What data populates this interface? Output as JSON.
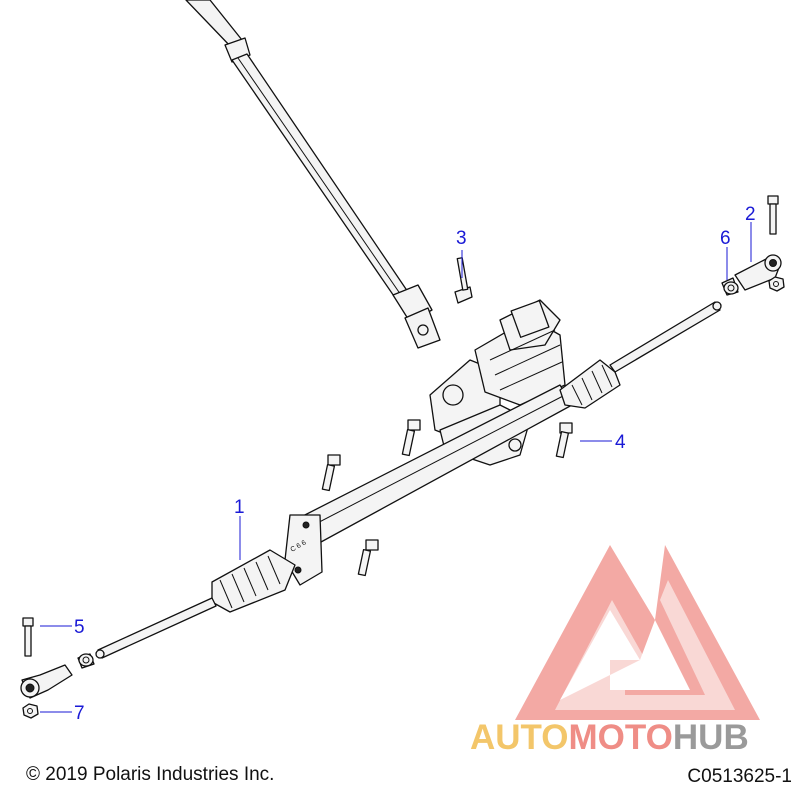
{
  "diagram": {
    "callouts": [
      {
        "id": "1",
        "label": "1"
      },
      {
        "id": "2",
        "label": "2"
      },
      {
        "id": "3",
        "label": "3"
      },
      {
        "id": "4",
        "label": "4"
      },
      {
        "id": "5",
        "label": "5"
      },
      {
        "id": "6",
        "label": "6"
      },
      {
        "id": "7",
        "label": "7"
      }
    ],
    "copyright": "© 2019 Polaris Industries Inc.",
    "drawing_code": "C0513625-1"
  },
  "watermark": {
    "part1": "AUTO",
    "part2": "MOTO",
    "part3": "HUB",
    "colors": {
      "auto": "#f3c66a",
      "moto": "#ef8d86",
      "hub": "#9a9a9a",
      "triangle": "#ef8d86"
    }
  }
}
